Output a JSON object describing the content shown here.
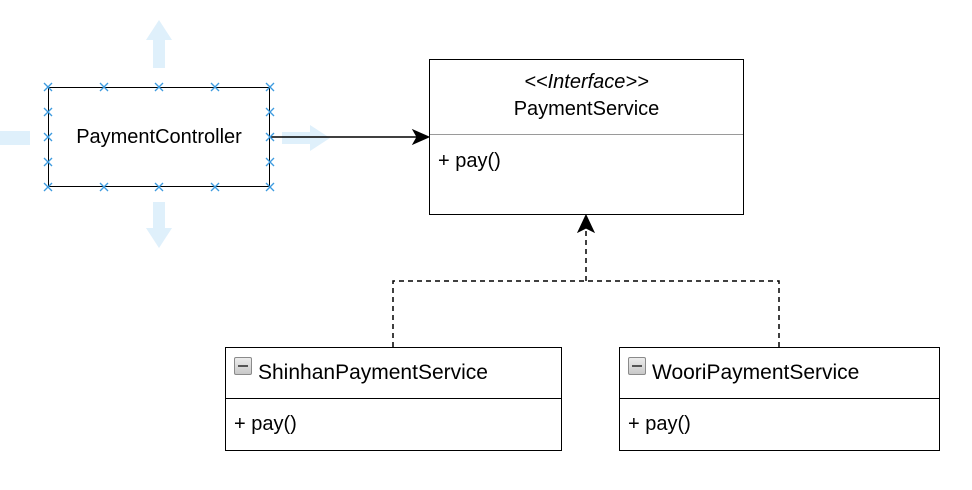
{
  "diagram": {
    "controller": {
      "name": "PaymentController"
    },
    "interface": {
      "stereotype": "<<Interface>>",
      "name": "PaymentService",
      "method": "+ pay()"
    },
    "implementations": [
      {
        "name": "ShinhanPaymentService",
        "method": "+ pay()"
      },
      {
        "name": "WooriPaymentService",
        "method": "+ pay()"
      }
    ],
    "colors": {
      "selection_handle": "#3d9be0",
      "connection_arrow": "#dff0fb",
      "line": "#000000"
    },
    "icons": [
      "collapse-icon",
      "selection-handle-icon",
      "connect-arrow-icon"
    ]
  }
}
